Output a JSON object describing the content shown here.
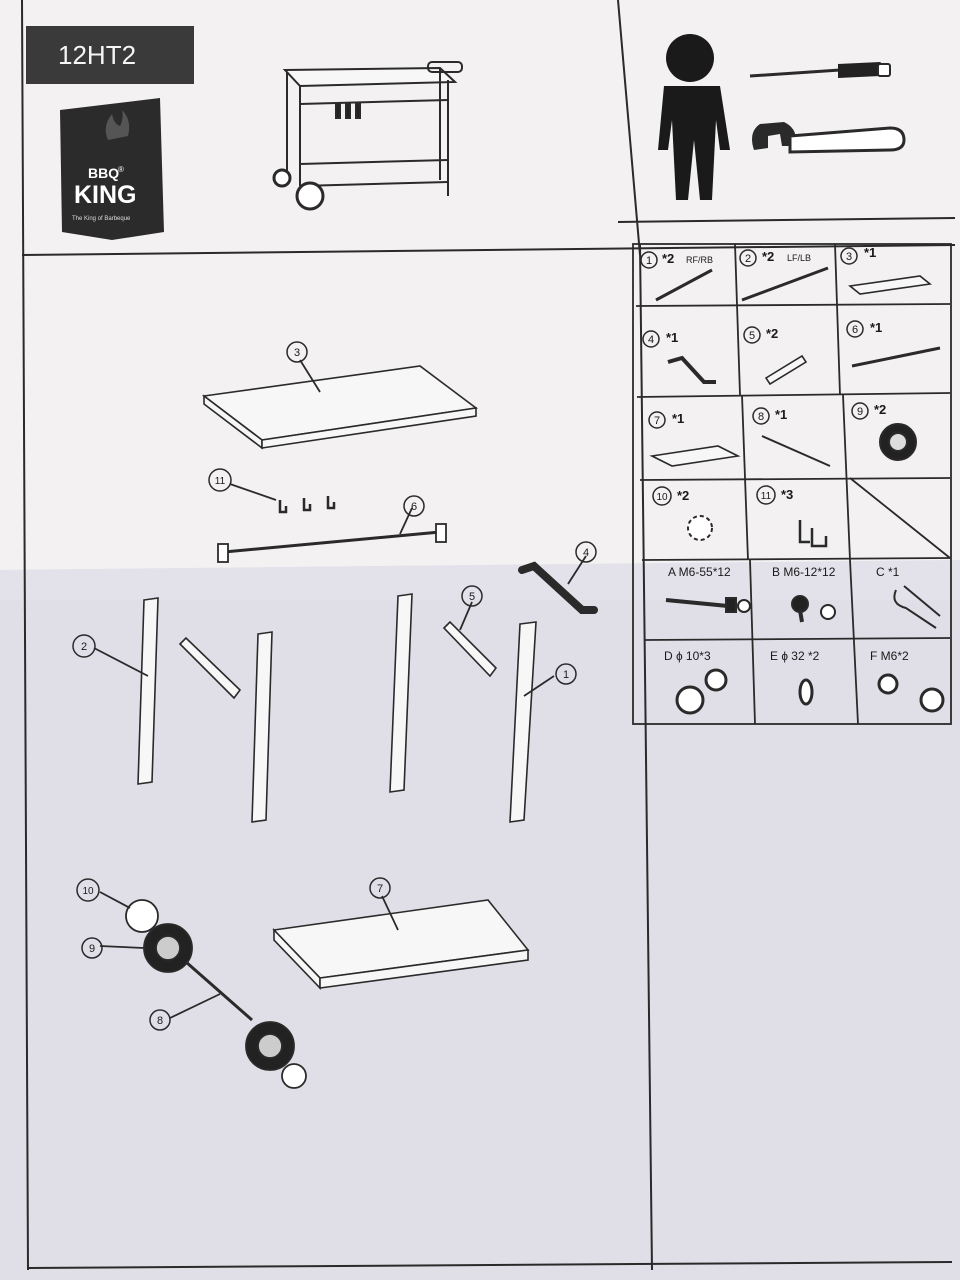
{
  "header": {
    "model": "12HT2",
    "brand_line1": "BBQ",
    "brand_registered": "®",
    "brand_line2": "KING",
    "brand_tagline": "The King of Barbeque"
  },
  "parts": [
    {
      "num": "1",
      "qty": "*2",
      "note": "RF/RB"
    },
    {
      "num": "2",
      "qty": "*2",
      "note": "LF/LB"
    },
    {
      "num": "3",
      "qty": "*1",
      "note": ""
    },
    {
      "num": "4",
      "qty": "*1",
      "note": ""
    },
    {
      "num": "5",
      "qty": "*2",
      "note": ""
    },
    {
      "num": "6",
      "qty": "*1",
      "note": ""
    },
    {
      "num": "7",
      "qty": "*1",
      "note": ""
    },
    {
      "num": "8",
      "qty": "*1",
      "note": ""
    },
    {
      "num": "9",
      "qty": "*2",
      "note": ""
    },
    {
      "num": "10",
      "qty": "*2",
      "note": ""
    },
    {
      "num": "11",
      "qty": "*3",
      "note": ""
    }
  ],
  "hardware": [
    {
      "label": "A M6-55*12"
    },
    {
      "label": "B M6-12*12"
    },
    {
      "label": "C *1"
    },
    {
      "label": "D ɸ 10*3"
    },
    {
      "label": "E ɸ 32 *2"
    },
    {
      "label": "F M6*2"
    }
  ],
  "callouts": [
    "3",
    "11",
    "6",
    "4",
    "5",
    "2",
    "1",
    "7",
    "10",
    "9",
    "8"
  ],
  "colors": {
    "ink": "#1a1a1a",
    "paper": "#f3f1f2",
    "model_tab": "#3a3a3a",
    "logo_badge": "#2b2b2b",
    "shadow": "#dcdce6"
  }
}
